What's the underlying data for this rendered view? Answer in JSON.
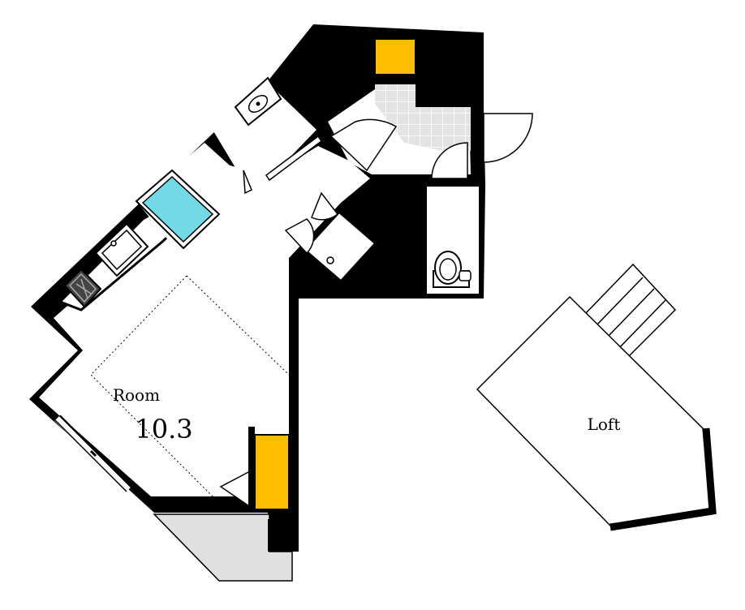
{
  "room": {
    "label": "Room",
    "size": "10.3"
  },
  "loft": {
    "label": "Loft"
  },
  "colors": {
    "wall": "#000000",
    "floor": "#ffffff",
    "storage": "#ffbd00",
    "bathtub": "#73d9e6",
    "balcony": "#e0e0e0",
    "tile": "#e3e3e3"
  }
}
